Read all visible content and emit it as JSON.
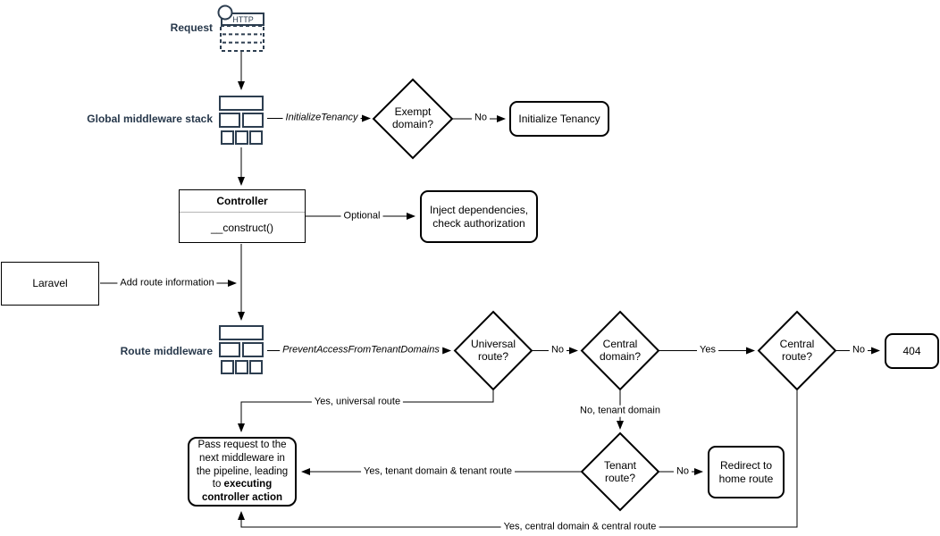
{
  "diagram": {
    "nodes": {
      "request_label": "Request",
      "http_label": "HTTP",
      "global_middleware_label": "Global middleware stack",
      "route_middleware_label": "Route middleware",
      "exempt_domain": "Exempt domain?",
      "initialize_tenancy": "Initialize Tenancy",
      "controller_title": "Controller",
      "controller_method": "__construct()",
      "inject_dependencies": "Inject dependencies, check authorization",
      "laravel": "Laravel",
      "universal_route": "Universal route?",
      "central_domain": "Central domain?",
      "central_route": "Central route?",
      "not_found": "404",
      "tenant_route": "Tenant route?",
      "redirect_home": "Redirect to home route",
      "pass_request_before": "Pass request to the next middleware in the pipeline, leading to ",
      "pass_request_bold": "executing controller action"
    },
    "edges": {
      "initialize_tenancy_mw": "InitializeTenancy",
      "no_exempt": "No",
      "optional": "Optional",
      "add_route_info": "Add route information",
      "prevent_access_mw": "PreventAccessFromTenantDomains",
      "no_universal": "No",
      "yes_central_domain": "Yes",
      "no_central_route": "No",
      "yes_universal": "Yes, universal route",
      "no_tenant_domain": "No, tenant domain",
      "yes_tenant": "Yes, tenant domain & tenant route",
      "no_tenant_route": "No",
      "yes_central": "Yes, central domain & central route"
    },
    "colors": {
      "icon_stroke": "#2d3e50",
      "side_label_text": "#26374a",
      "node_border": "#000000",
      "background": "#ffffff"
    }
  }
}
